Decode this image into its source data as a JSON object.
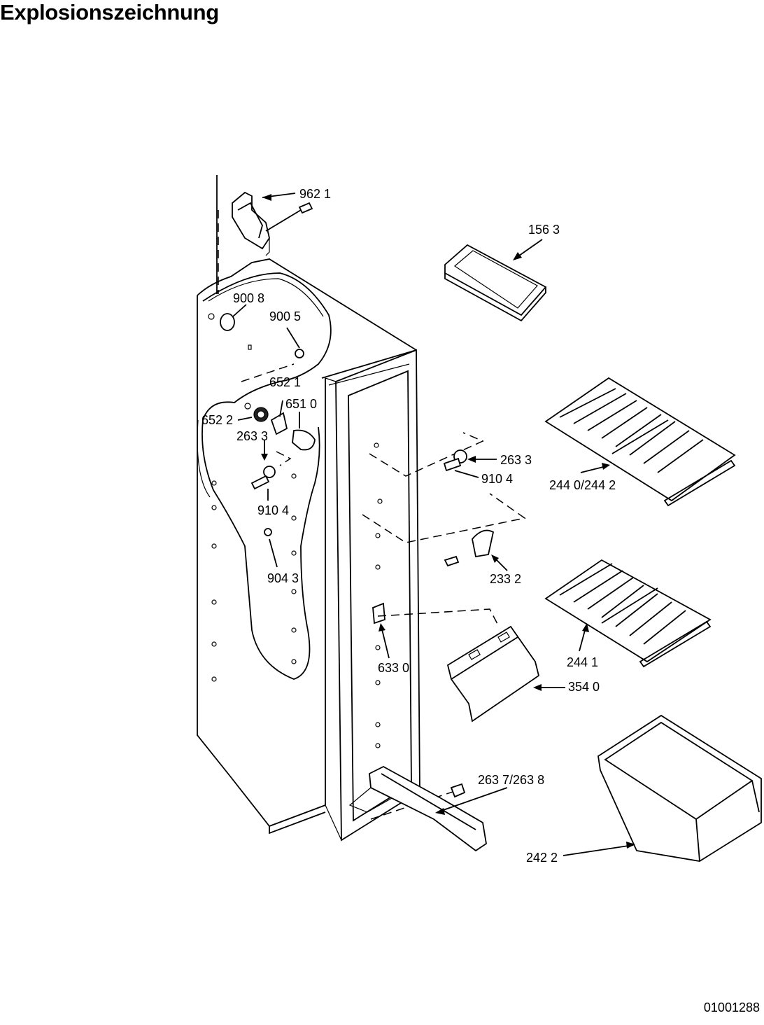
{
  "header": {
    "title": "Explosionszeichnung"
  },
  "footer": {
    "doc_number": "01001288"
  },
  "callouts": {
    "c9621": "962 1",
    "c1563": "156 3",
    "c9008": "900 8",
    "c9005": "900 5",
    "c6521": "652 1",
    "c6510": "651 0",
    "c6522": "652 2",
    "c2633a": "263 3",
    "c2633b": "263 3",
    "c9104a": "910 4",
    "c9104b": "910 4",
    "c2440": "244 0/244 2",
    "c9043": "904 3",
    "c2332": "233 2",
    "c2441": "244 1",
    "c6330": "633 0",
    "c3540": "354 0",
    "c2637": "263 7/263 8",
    "c2422": "242 2"
  }
}
